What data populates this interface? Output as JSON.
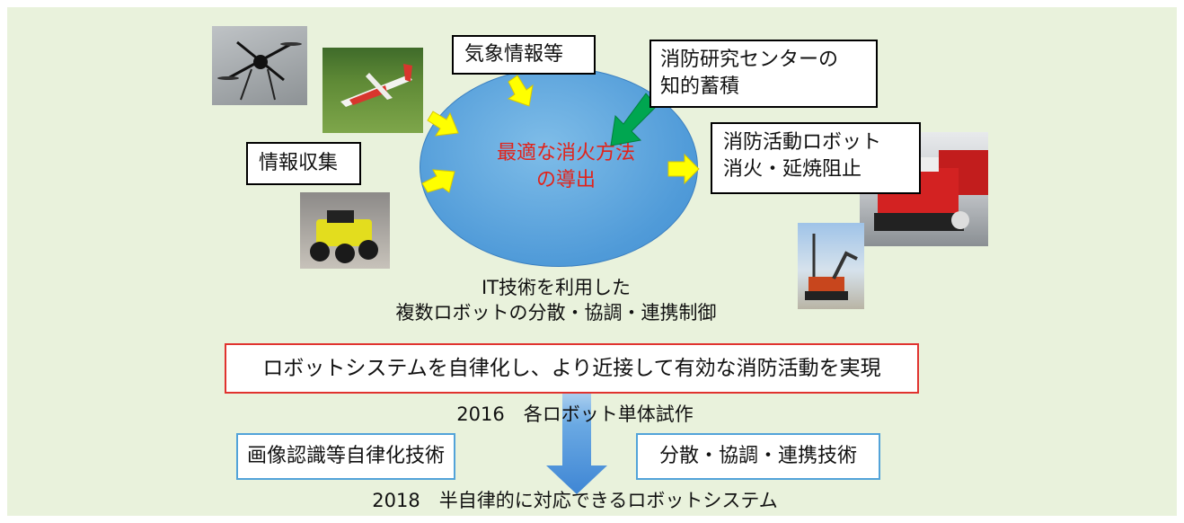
{
  "labels": {
    "weather": "気象情報等",
    "research": [
      "消防研究センターの",
      "知的蓄積"
    ],
    "info_collect": "情報収集",
    "center": [
      "最適な消火方法",
      "の導出"
    ],
    "robot": [
      "消防活動ロボット",
      "消火・延焼阻止"
    ],
    "it_caption": [
      "IT技術を利用した",
      "複数ロボットの分散・協調・連携制御"
    ],
    "autonomy": "ロボットシステムを自律化し、より近接して有効な消防活動を実現",
    "year2016": "2016　各ロボット単体試作",
    "image_recog": "画像認識等自律化技術",
    "coop_tech": "分散・協調・連携技術",
    "year2018": "2018　半自律的に対応できるロボットシステム"
  },
  "colors": {
    "background": "#e9f2dc",
    "center_text": "#e2231a",
    "yellow_arrow": "#ffff00",
    "green_arrow": "#00a650",
    "red_border": "#e0332f",
    "blue_border": "#52a3d9",
    "blue_arrow": "#4a90d9"
  },
  "photos": [
    "drone-photo",
    "fixed-wing-uav-photo",
    "ground-robot-photo",
    "fire-truck-photo",
    "excavator-robot-photo"
  ]
}
